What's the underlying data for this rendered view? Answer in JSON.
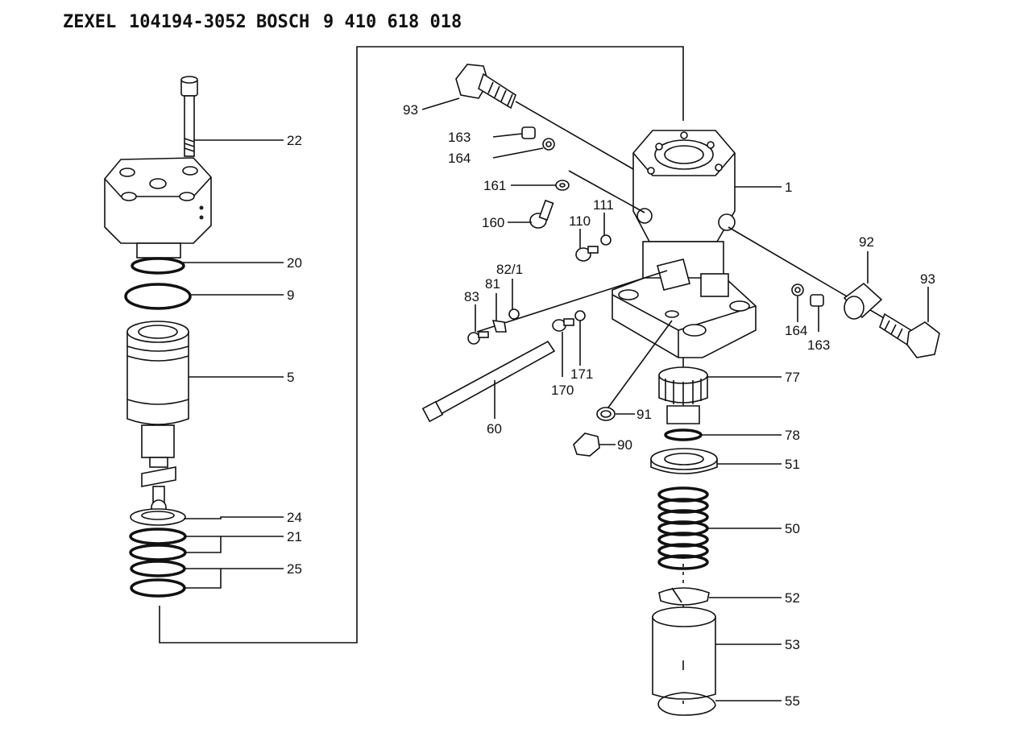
{
  "header": {
    "brand1": "ZEXEL",
    "part1": "104194-3052",
    "brand2": "BOSCH",
    "part2": "9 410 618 018"
  },
  "callouts": {
    "c1": "1",
    "c5": "5",
    "c9": "9",
    "c20": "20",
    "c21": "21",
    "c22": "22",
    "c24": "24",
    "c25": "25",
    "c50": "50",
    "c51": "51",
    "c52": "52",
    "c53": "53",
    "c55": "55",
    "c60": "60",
    "c77": "77",
    "c78": "78",
    "c81": "81",
    "c82_1": "82/1",
    "c83": "83",
    "c90": "90",
    "c91": "91",
    "c92": "92",
    "c93a": "93",
    "c93b": "93",
    "c110": "110",
    "c111": "111",
    "c160": "160",
    "c161": "161",
    "c163a": "163",
    "c163b": "163",
    "c164a": "164",
    "c164b": "164",
    "c170": "170",
    "c171": "171"
  }
}
